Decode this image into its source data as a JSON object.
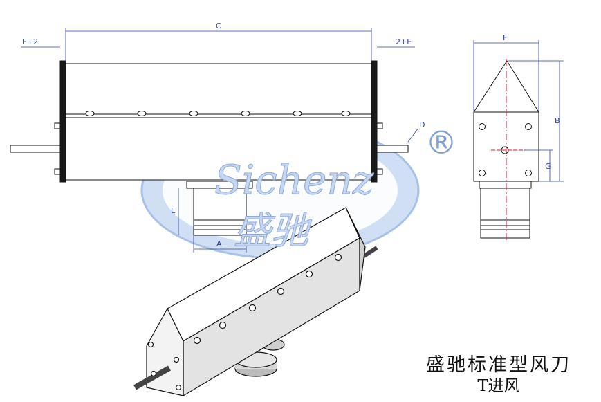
{
  "caption": {
    "title": "盛驰标准型风刀",
    "subtitle": "T进风"
  },
  "watermark": {
    "brand": "Sichenz",
    "brand_cn": "盛驰",
    "registered": "®"
  },
  "dimensions": {
    "c": "C",
    "e_left": "E+2",
    "e_right": "2+E",
    "d": "D",
    "l": "L",
    "a": "A",
    "f": "F",
    "b": "B",
    "g": "G"
  },
  "colors": {
    "dimension": "#2a3fa0",
    "watermark_fill": "#c6d5f0",
    "centerline": "#d0202a",
    "line": "#111111"
  }
}
